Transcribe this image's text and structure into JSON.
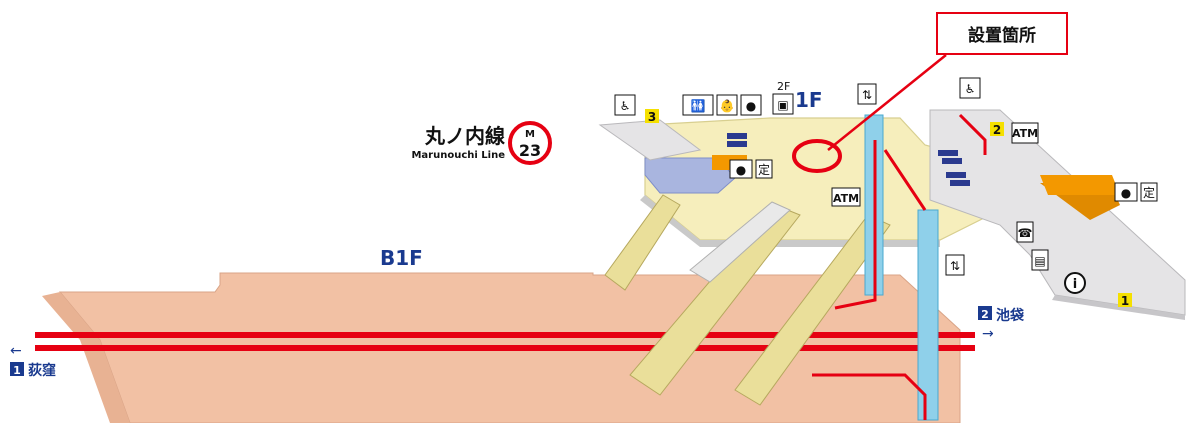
{
  "callout": {
    "label": "設置箇所"
  },
  "line": {
    "name_jp": "丸ノ内線",
    "name_en": "Marunouchi Line",
    "code_letter": "M",
    "code_number": "23",
    "color": "#e60012"
  },
  "floors": {
    "b1f": "B1F",
    "f1": "1F",
    "f2": "2F"
  },
  "exits": {
    "exit1": "1",
    "exit2": "2",
    "exit3": "3"
  },
  "directions": {
    "west": {
      "number": "1",
      "label": "荻窪",
      "arrow": "←"
    },
    "east": {
      "number": "2",
      "label": "池袋",
      "arrow": "→"
    }
  },
  "facilities": {
    "atm": "ATM",
    "ticket": "定",
    "icons": [
      "wheelchair-icon",
      "restroom-icon",
      "baby-care-icon",
      "nursing-room-icon",
      "station-office-icon",
      "ticket-office-icon",
      "elevator-icon",
      "phone-icon",
      "locker-icon",
      "information-icon"
    ]
  },
  "colors": {
    "platform": "#f2c1a4",
    "concourse": "#f6eebc",
    "exit_area": "#e5e4e6",
    "stairs": "#eadf9a",
    "elevator": "#8fd0ea",
    "track_red": "#e60012",
    "accent_blue": "#1a3a8f"
  }
}
